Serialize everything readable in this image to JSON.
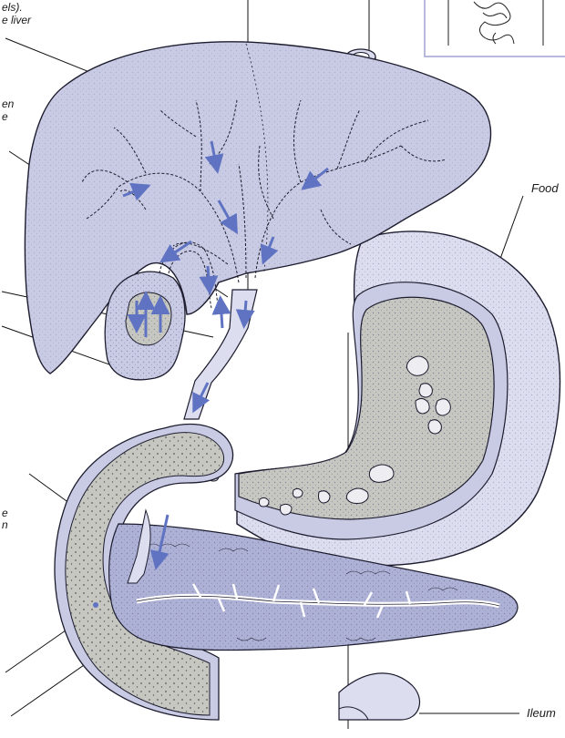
{
  "labels": {
    "food": "Food",
    "ileum": "Ileum",
    "fragment_top_1": "els).",
    "fragment_top_2": "e liver",
    "fragment_mid_1": "en",
    "fragment_mid_2": "e",
    "fragment_low_1": "e",
    "fragment_low_2": "n"
  },
  "icons": {
    "inset": "digestive-tract-thumbnail-icon"
  },
  "colors": {
    "organ_fill": "#c9cbe4",
    "organ_fill_dark": "#aeb1d6",
    "organ_fill_light": "#dcdef0",
    "stomach_inner": "#c7c7c2",
    "outline": "#1c1c2e",
    "arrow": "#5f73c2",
    "inset_border": "#b8badc"
  }
}
